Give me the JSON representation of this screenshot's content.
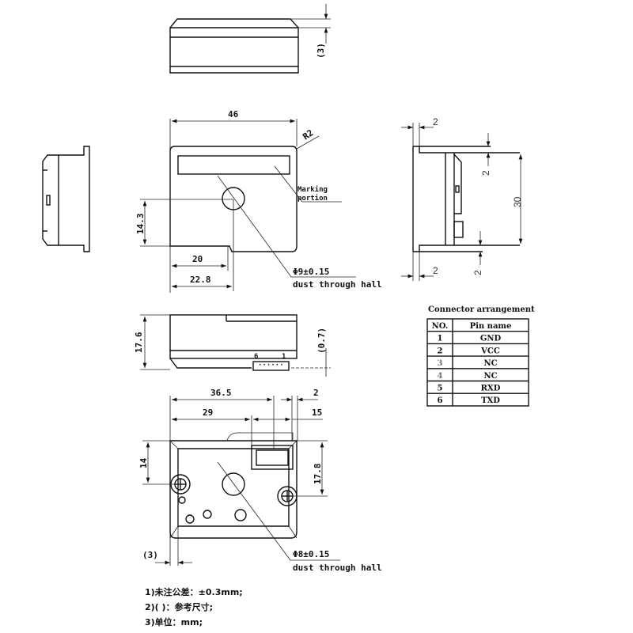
{
  "drawing": {
    "top_view": {
      "dim_height": "(3)"
    },
    "front_view": {
      "dim_width": "46",
      "dim_radius": "R2",
      "marking_label_line1": "Marking",
      "marking_label_line2": "portion",
      "dim_hole_height": "14.3",
      "dim_notch": "20",
      "dim_hole_x": "22.8",
      "hole_spec": "Φ9±0.15",
      "hole_desc": "dust through hall"
    },
    "right_view": {
      "dim_top_thickness": "2",
      "dim_top_offset": "2",
      "dim_height": "30",
      "dim_bottom_offset": "2",
      "dim_bottom_thickness": "2"
    },
    "side_view": {
      "dim_height": "17.6",
      "dim_offset": "(0.7)",
      "pin_label_left": "6",
      "pin_label_right": "1"
    },
    "bottom_view": {
      "dim_connector": "36.5",
      "dim_window": "29",
      "dim_wall": "2",
      "dim_window_width": "15",
      "dim_screw_left": "14",
      "dim_screw_right": "17.8",
      "dim_margin": "(3)",
      "hole_spec": "Φ8±0.15",
      "hole_desc": "dust through hall"
    }
  },
  "connector_table": {
    "title": "Connector arrangement",
    "headers": [
      "NO.",
      "Pin name"
    ],
    "rows": [
      {
        "no": "1",
        "name": "GND"
      },
      {
        "no": "2",
        "name": "VCC"
      },
      {
        "no": "3",
        "name": "NC"
      },
      {
        "no": "4",
        "name": "NC"
      },
      {
        "no": "5",
        "name": "RXD"
      },
      {
        "no": "6",
        "name": "TXD"
      }
    ]
  },
  "notes": [
    "1)未注公差：±0.3mm;",
    "2)( )：参考尺寸;",
    "3)单位：mm;"
  ]
}
